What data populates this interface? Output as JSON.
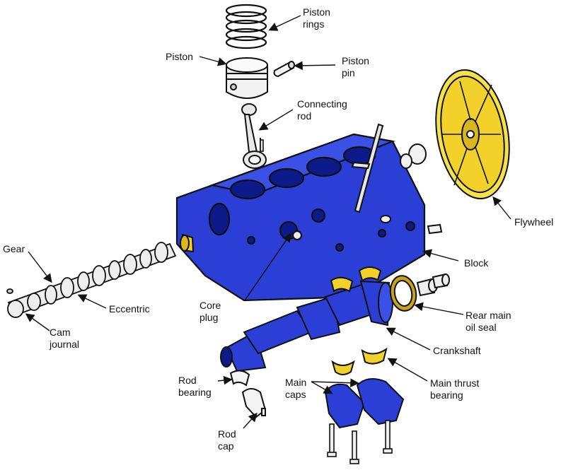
{
  "labels": {
    "piston_rings": "Piston\nrings",
    "piston": "Piston",
    "piston_pin": "Piston\npin",
    "connecting_rod": "Connecting\nrod",
    "flywheel": "Flywheel",
    "gear": "Gear",
    "block": "Block",
    "eccentric": "Eccentric",
    "core_plug": "Core\nplug",
    "rear_main_oil_seal": "Rear main\noil seal",
    "cam_journal": "Cam\njournal",
    "crankshaft": "Crankshaft",
    "rod_bearing": "Rod\nbearing",
    "main_thrust_bearing": "Main thrust\nbearing",
    "main_caps": "Main\ncaps",
    "rod_cap": "Rod\ncap"
  },
  "colors": {
    "block_blue": "#2b3fd6",
    "bearing_yellow": "#f2d22a",
    "outline": "#111111",
    "metal_light": "#eeeeee"
  }
}
